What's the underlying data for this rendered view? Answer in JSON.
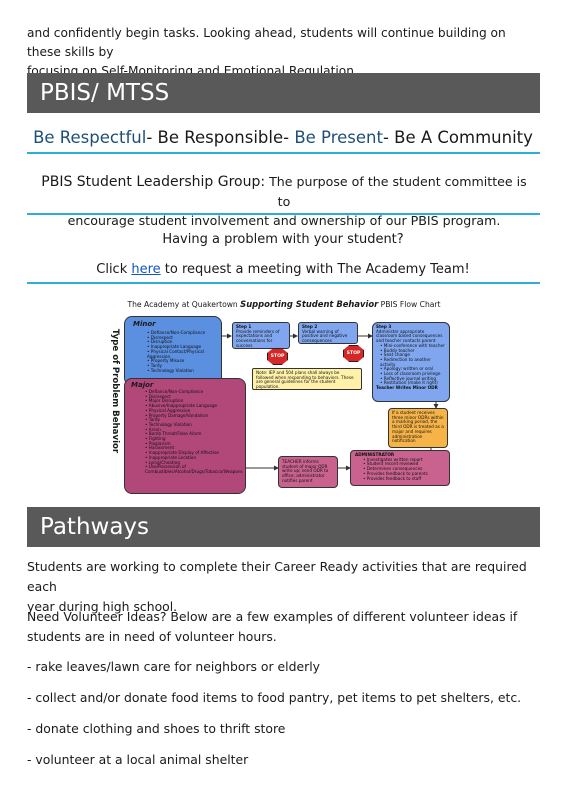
{
  "intro": {
    "line1": "and confidently begin tasks. Looking ahead, students will continue building on these skills by",
    "line2": "focusing on Self-Monitoring and Emotional Regulation."
  },
  "pbis": {
    "heading": "PBIS/ MTSS",
    "motto": {
      "part1": "Be Respectful",
      "sep1": "- ",
      "part2": "Be Responsible",
      "sep2": "- ",
      "part3": "Be Present",
      "sep3": "- ",
      "part4": "Be A Community"
    },
    "leadership_label": "PBIS Student Leadership Group:",
    "leadership_text1": " The purpose of the student committee is to",
    "leadership_text2": "encourage student involvement and ownership of our PBIS program.",
    "problem_question": "Having a problem with your student?",
    "click_prefix": "Click ",
    "click_link": "here",
    "click_suffix": " to request a meeting with The Academy Team!"
  },
  "flowchart": {
    "title_prefix": "The Academy at Quakertown ",
    "title_emph": "Supporting Student Behavior",
    "title_suffix": " PBIS Flow Chart",
    "side_label": "Type of Problem Behavior",
    "minor_title": "Minor",
    "minor_items": [
      "Defiance/Non-Compliance",
      "Disrespect",
      "Disruption",
      "Inappropriate Language",
      "Physical Contact/Physical Aggression",
      "Property Misuse",
      "Tardy",
      "Technology Violation"
    ],
    "major_title": "Major",
    "major_items": [
      "Defiance/Non-Compliance",
      "Disrespect",
      "Major Disruption",
      "Abusive/Inappropriate Language",
      "Physical Aggression",
      "Property Damage/Vandalism",
      "Tardy",
      "Technology Violation",
      "Arson",
      "Bomb Threat/False Alarm",
      "Fighting",
      "Plagiarism",
      "Harassment",
      "Inappropriate Display of Affection",
      "Inappropriate Location",
      "Lying/Cheating",
      "Use/Possession of Combustibles/Alcohol/Drugs/Tobacco/Weapons"
    ],
    "step1_title": "Step 1",
    "step1_text": "Provide reminders of expectations and conversations for success",
    "step2_title": "Step 2",
    "step2_text": "Verbal warning of positive and negative consequences",
    "step3_title": "Step 3",
    "step3_text": "Administer appropriate classroom based consequences and teacher contacts parent",
    "step3_items": [
      "Mini-conference with teacher",
      "Buddy teacher",
      "Seat change",
      "Redirection to another activity",
      "Apology: written or oral",
      "Loss of classroom privilege",
      "Reflective journal writing",
      "Restitution (make it right)"
    ],
    "step3_footer": "Teacher Writes Minor ODR",
    "stop_label": "STOP",
    "note_text": "Note: IEP and 504 plans shall always be followed when responding to behaviors. These are general guidelines for the student population.",
    "threshold_text": "If a student receives three minor ODRs within a marking period, the third ODR is treated as a major and requires administration notification",
    "teacher_text": "TEACHER informs student of major ODR write up; send ODR to office; administrator notifies parent",
    "admin_title": "ADMINISTRATOR",
    "admin_items": [
      "Investigates written report",
      "Student record reviewed",
      "Determines consequences",
      "Provides feedback to parents",
      "Provides feedback to staff"
    ]
  },
  "pathways": {
    "heading": "Pathways",
    "para1_line1": "Students are working to complete their Career Ready activities that are required each",
    "para1_line2": "year during high school.",
    "para2_line1": "Need Volunteer Ideas? Below are a few examples of different volunteer ideas if",
    "para2_line2": "students are in need of volunteer hours.",
    "bullets": [
      "- rake leaves/lawn care for neighbors or elderly",
      "- collect and/or donate food items to food pantry, pet items to pet shelters, etc.",
      "- donate clothing and shoes to thrift store",
      "- volunteer at a local animal shelter"
    ]
  },
  "colors": {
    "band": "#595959",
    "rule": "#2eaed6",
    "motto_blue": "#1f4e79",
    "link": "#1155cc",
    "minor_box": "#5b8fe0",
    "major_box": "#b2477a",
    "step_box": "#7fa6ee",
    "note_box": "#fff2a8",
    "threshold_box": "#f6b348",
    "teacher_box": "#c9628f",
    "stop_red": "#d62828"
  }
}
